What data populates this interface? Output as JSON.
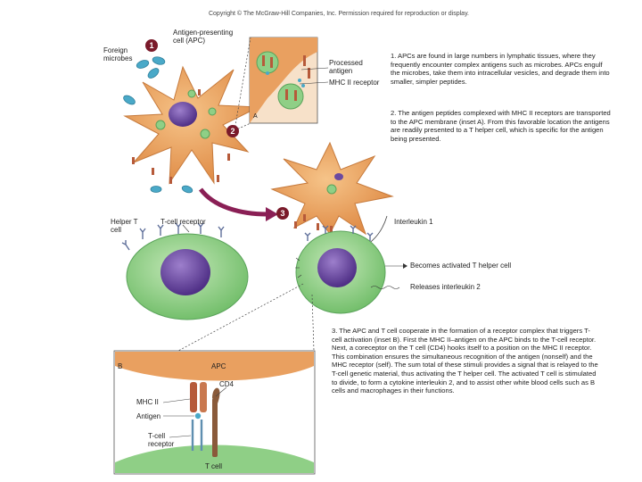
{
  "copyright": "Copyright © The McGraw-Hill Companies, Inc. Permission required for reproduction or display.",
  "labels": {
    "apc_top": "Antigen-presenting cell (APC)",
    "foreign_microbes": "Foreign microbes",
    "processed_antigen": "Processed antigen",
    "mhc_receptor": "MHC II receptor",
    "inset_a": "A",
    "helper_tcell": "Helper T cell",
    "tcell_receptor": "T-cell receptor",
    "interleukin1": "Interleukin 1",
    "activated": "Becomes activated T helper cell",
    "releases": "Releases interleukin 2",
    "inset_b": "B",
    "apc_b": "APC",
    "mhc_b": "MHC II",
    "cd4": "CD4",
    "antigen_b": "Antigen",
    "tcell_receptor_b": "T-cell receptor",
    "tcell_b": "T cell"
  },
  "steps": [
    "1",
    "2",
    "3"
  ],
  "paragraphs": {
    "p1": "1. APCs are found in large numbers in lymphatic tissues, where they frequently encounter complex antigens such as microbes. APCs engulf the microbes, take them into intracellular vesicles, and degrade them into smaller, simpler peptides.",
    "p2": "2. The antigen peptides complexed with MHC II receptors are transported to the APC membrane (inset A). From this favorable location the antigens are readily presented to a T helper cell, which is specific for the antigen being presented.",
    "p3": "3. The APC and T cell cooperate in the formation of a receptor complex that triggers T-cell activation (inset B). First the MHC II–antigen on the APC binds to the T-cell receptor. Next, a coreceptor on the T cell (CD4) hooks itself to a position on the MHC II receptor. This combination ensures the simultaneous recognition of the antigen (nonself) and the MHC receptor (self). The sum total of these stimuli provides a signal that is relayed to the T-cell genetic material, thus activating the T helper cell. The activated T cell is stimulated to divide, to form a cytokine interleukin 2, and to assist other white blood cells such as B cells and macrophages in their functions."
  },
  "colors": {
    "apc": "#e9a060",
    "apc_dark": "#c67a3c",
    "nucleus": "#6b4aa0",
    "tcell": "#8fcf86",
    "tcell_dark": "#5aa35a",
    "tnucleus": "#7d5aa6",
    "microbe": "#4aa9c8",
    "arrow": "#8a1f55",
    "receptor": "#b65a3a"
  }
}
